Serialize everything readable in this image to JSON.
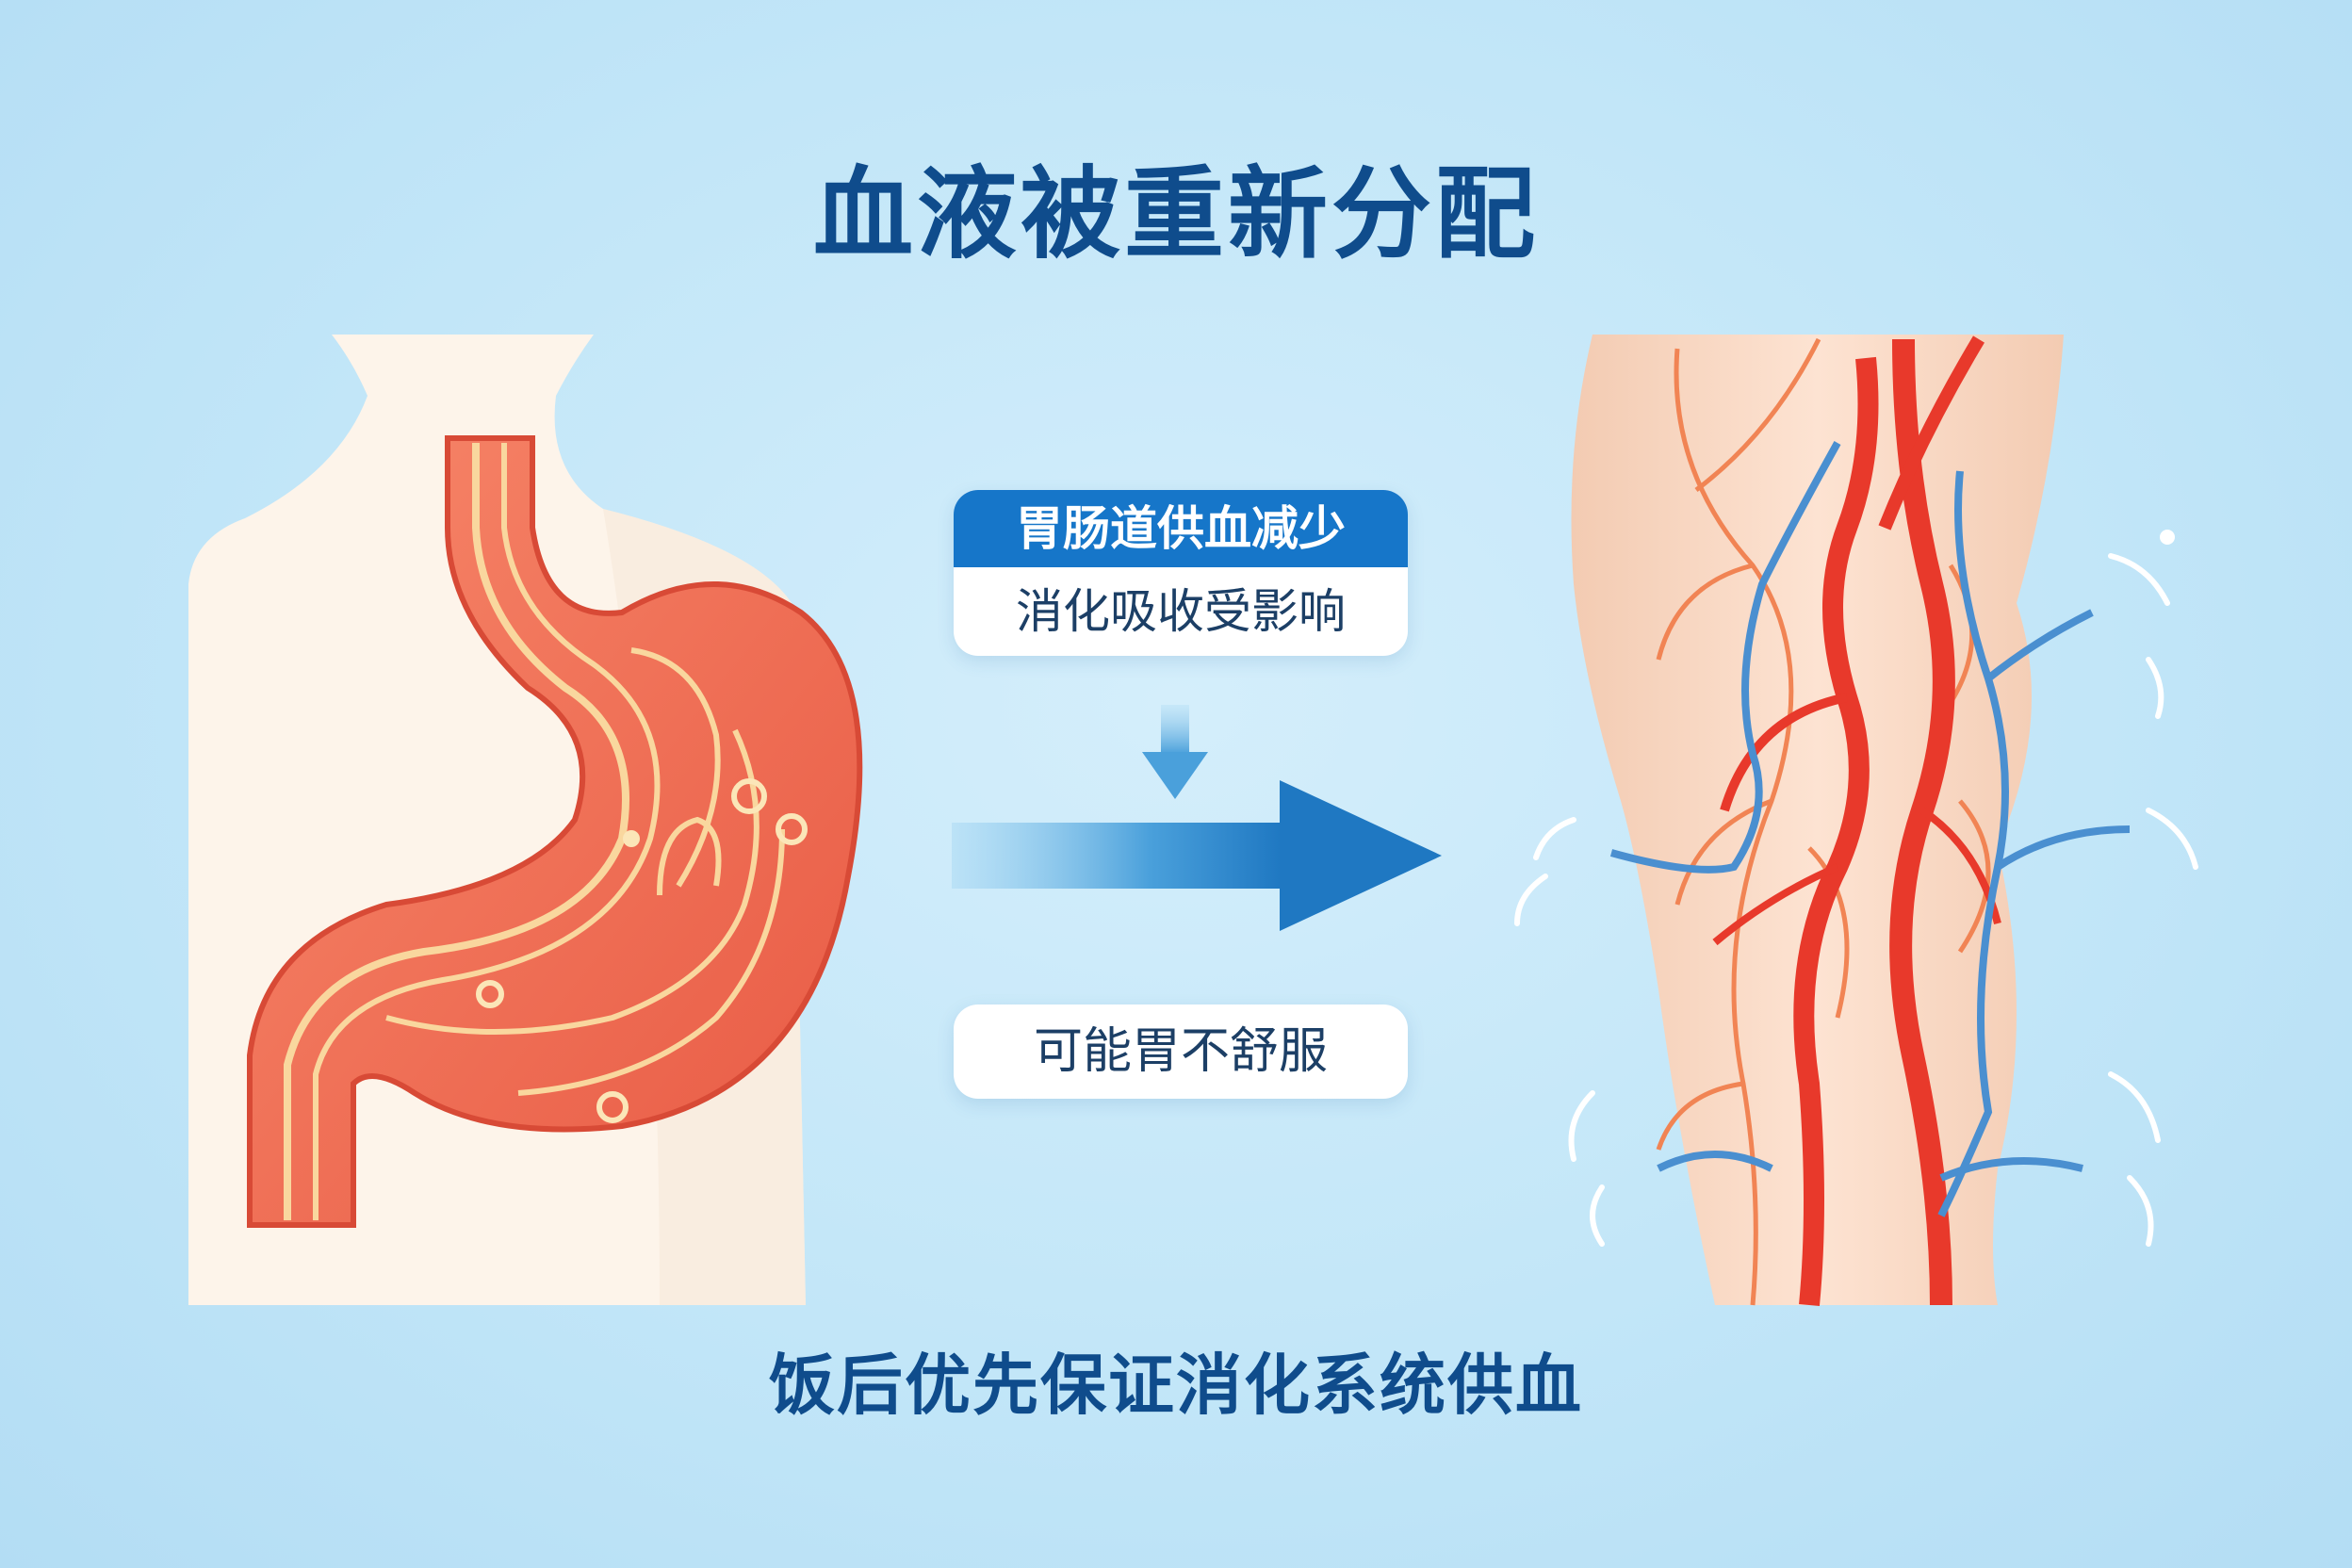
{
  "title": "血液被重新分配",
  "left_panel": {
    "subject": "stomach-illustration"
  },
  "center": {
    "card_top": {
      "heading": "胃肠道供血减少",
      "subtext": "消化吸收受影响"
    },
    "card_bottom": {
      "text": "可能胃不舒服"
    },
    "arrow_direction": "left-to-right"
  },
  "right_panel": {
    "subject": "leg-blood-vessels-illustration"
  },
  "caption": "饭后优先保证消化系统供血",
  "colors": {
    "title": "#0f4c8c",
    "card_heading_bg": "#1676c9",
    "arrow": "#1f78c2",
    "stomach": "#ee6a50",
    "artery": "#e8392b",
    "vein": "#4a8fd0",
    "skin": "#f9dcc8",
    "body_silhouette": "#fdf4ea"
  }
}
